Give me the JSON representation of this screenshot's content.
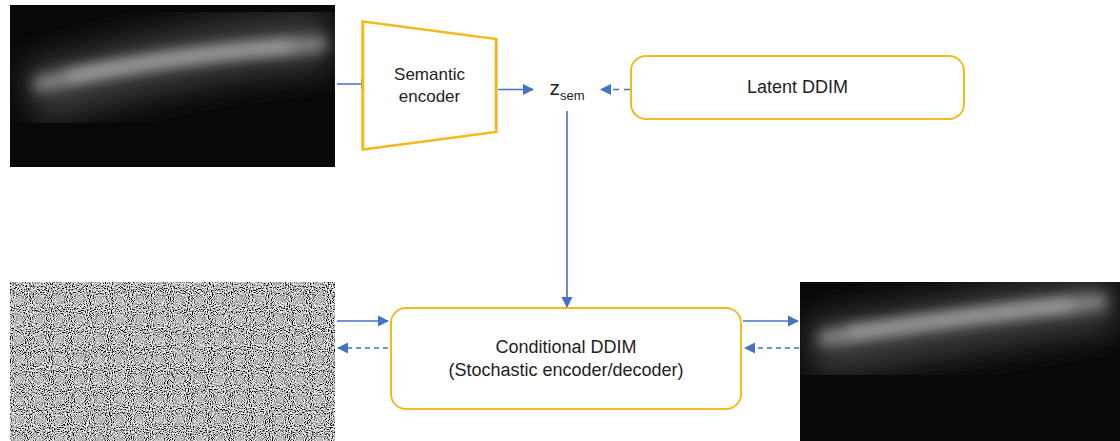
{
  "diagram": {
    "nodes": [
      {
        "text": [
          "Semantic encoder"
        ]
      },
      {
        "text": [
          "z",
          "sem"
        ]
      },
      {
        "text": [
          "Latent DDIM"
        ]
      },
      {
        "text": [
          "Conditional DDIM (Stochastic encoder/decoder)"
        ]
      }
    ],
    "edges": [
      {
        "from": 0,
        "to": 1,
        "arrow": "to"
      },
      {
        "from": 2,
        "to": 1,
        "arrow": "to"
      },
      {
        "from": 1,
        "to": 3,
        "arrow": "to"
      }
    ]
  }
}
